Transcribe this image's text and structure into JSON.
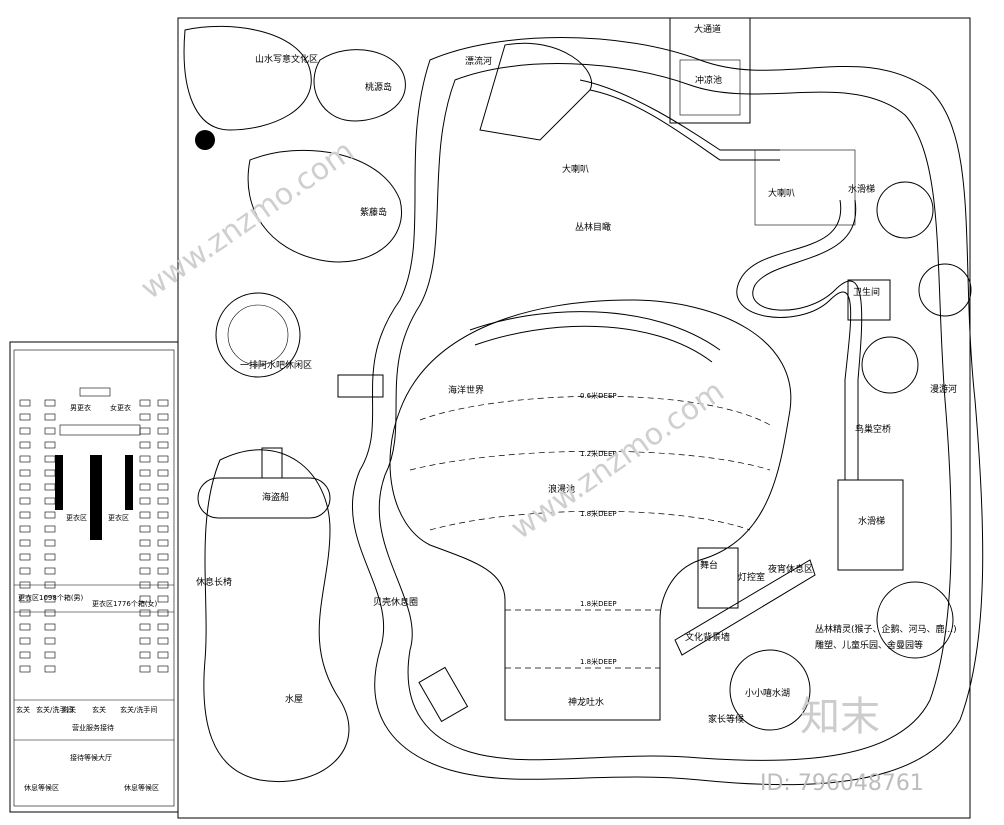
{
  "labels": {
    "shanshui": "山水写意文化区",
    "taoyuan": "桃源岛",
    "ziteng": "紫藤岛",
    "zhuliuhe": "漂流河",
    "datongdao": "大通道",
    "chongliangchi": "冲凉池",
    "dalaba1": "大喇叭",
    "dalaba2": "大喇叭",
    "shuihuati1": "水滑梯",
    "congliming": "丛林目瞰",
    "weishengjian": "卫生间",
    "yipai": "一排阿水吧休闲区",
    "haidaochuan": "海盗船",
    "xiuxichangyi": "休息长椅",
    "beikexiuxiquan": "贝壳休息圈",
    "shuiwu": "水屋",
    "langlichi": "浪漫池",
    "deep1": "0.6米DEEP",
    "deep2": "1.2米DEEP",
    "deep3": "1.8米DEEP",
    "deep4": "1.8米DEEP",
    "deep5": "1.8米DEEP",
    "shenlongtushui": "神龙吐水",
    "wutai": "舞台",
    "dengguangjian": "灯控室",
    "yexiaoqu": "夜宵休息区",
    "wenhuabeijingqiang": "文化背景墙",
    "congliliyong": "丛林精灵(猴子、企鹅、河马、鹿...)",
    "ertonglexue": "雕塑、儿童乐园、舍曼园等",
    "jiazhangzuowei": "家长等候",
    "shuihuati2": "水滑梯",
    "niaochaotiaoqiao": "鸟巢空桥",
    "manyouhe": "漫游河",
    "xiaohai": "小小嘻水湖",
    "haiyangshijie": "海洋世界"
  },
  "left_panel": {
    "nannv1": "男更衣",
    "nannv2": "女更衣",
    "gengyi1": "更衣区",
    "gengyi2": "更衣区",
    "gengyi_note1": "更衣区1098个箱(男)",
    "gengyi_note2": "更衣区1776个箱(女)",
    "xuan1": "玄关",
    "xuan2": "玄关",
    "xuan3": "玄关",
    "xuan4": "玄关/洗手间",
    "xuan5": "玄关/洗手间",
    "fuwu": "营业服务接待",
    "dating": "接待等候大厅",
    "xiuxi1": "休息等候区",
    "xiuxi2": "休息等候区"
  },
  "watermark": {
    "site": "www.znzmo.com",
    "brand": "知末",
    "id": "ID: 796048761"
  }
}
